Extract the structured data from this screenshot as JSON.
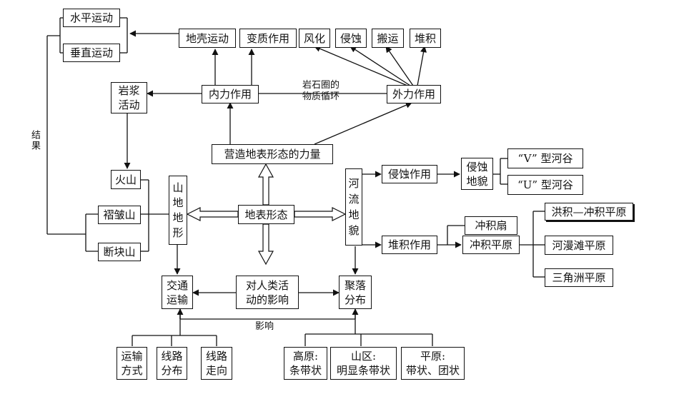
{
  "nodes": {
    "shuiping": "水平运动",
    "chuizhi": "垂直运动",
    "diqiao": "地壳运动",
    "bianzhi": "变质作用",
    "fenghua": "风化",
    "qinshi_top": "侵蚀",
    "banyun": "搬运",
    "duiji_top": "堆积",
    "yanjiang": "岩浆\n活动",
    "neili": "内力作用",
    "waili": "外力作用",
    "yingzao": "营造地表形态的力量",
    "huoshan": "火山",
    "zhezhou": "褶皱山",
    "duankuai": "断块山",
    "shandi": "山\n地\n地\n形",
    "dibiao": "地表形态",
    "heliu": "河\n流\n地\n貌",
    "qinshi_zy": "侵蚀作用",
    "qinshi_dm": "侵蚀\n地貌",
    "v_gu": "“V” 型河谷",
    "u_gu": "“U” 型河谷",
    "hongji": "洪积—冲积平原",
    "chongjishan": "冲积扇",
    "duiji_zy": "堆积作用",
    "chongji_py": "冲积平原",
    "heman": "河漫滩平原",
    "sanjiaozhou": "三角洲平原",
    "jiaotong": "交通\n运输",
    "renlei": "对人类活\n动的影响",
    "juluo": "聚落\n分布",
    "yunshu_fs": "运输\n方式",
    "xianlu_fb": "线路\n分布",
    "xianlu_zx": "线路\n走向",
    "gaoyuan": "高原:\n条带状",
    "shanqu": "山区:\n明显条带状",
    "pingyuan": "平原:\n带状、团状"
  },
  "labels": {
    "jieguo": "结果",
    "yanshi": "岩石圈的\n物质循环",
    "yingxiang": "影响"
  }
}
